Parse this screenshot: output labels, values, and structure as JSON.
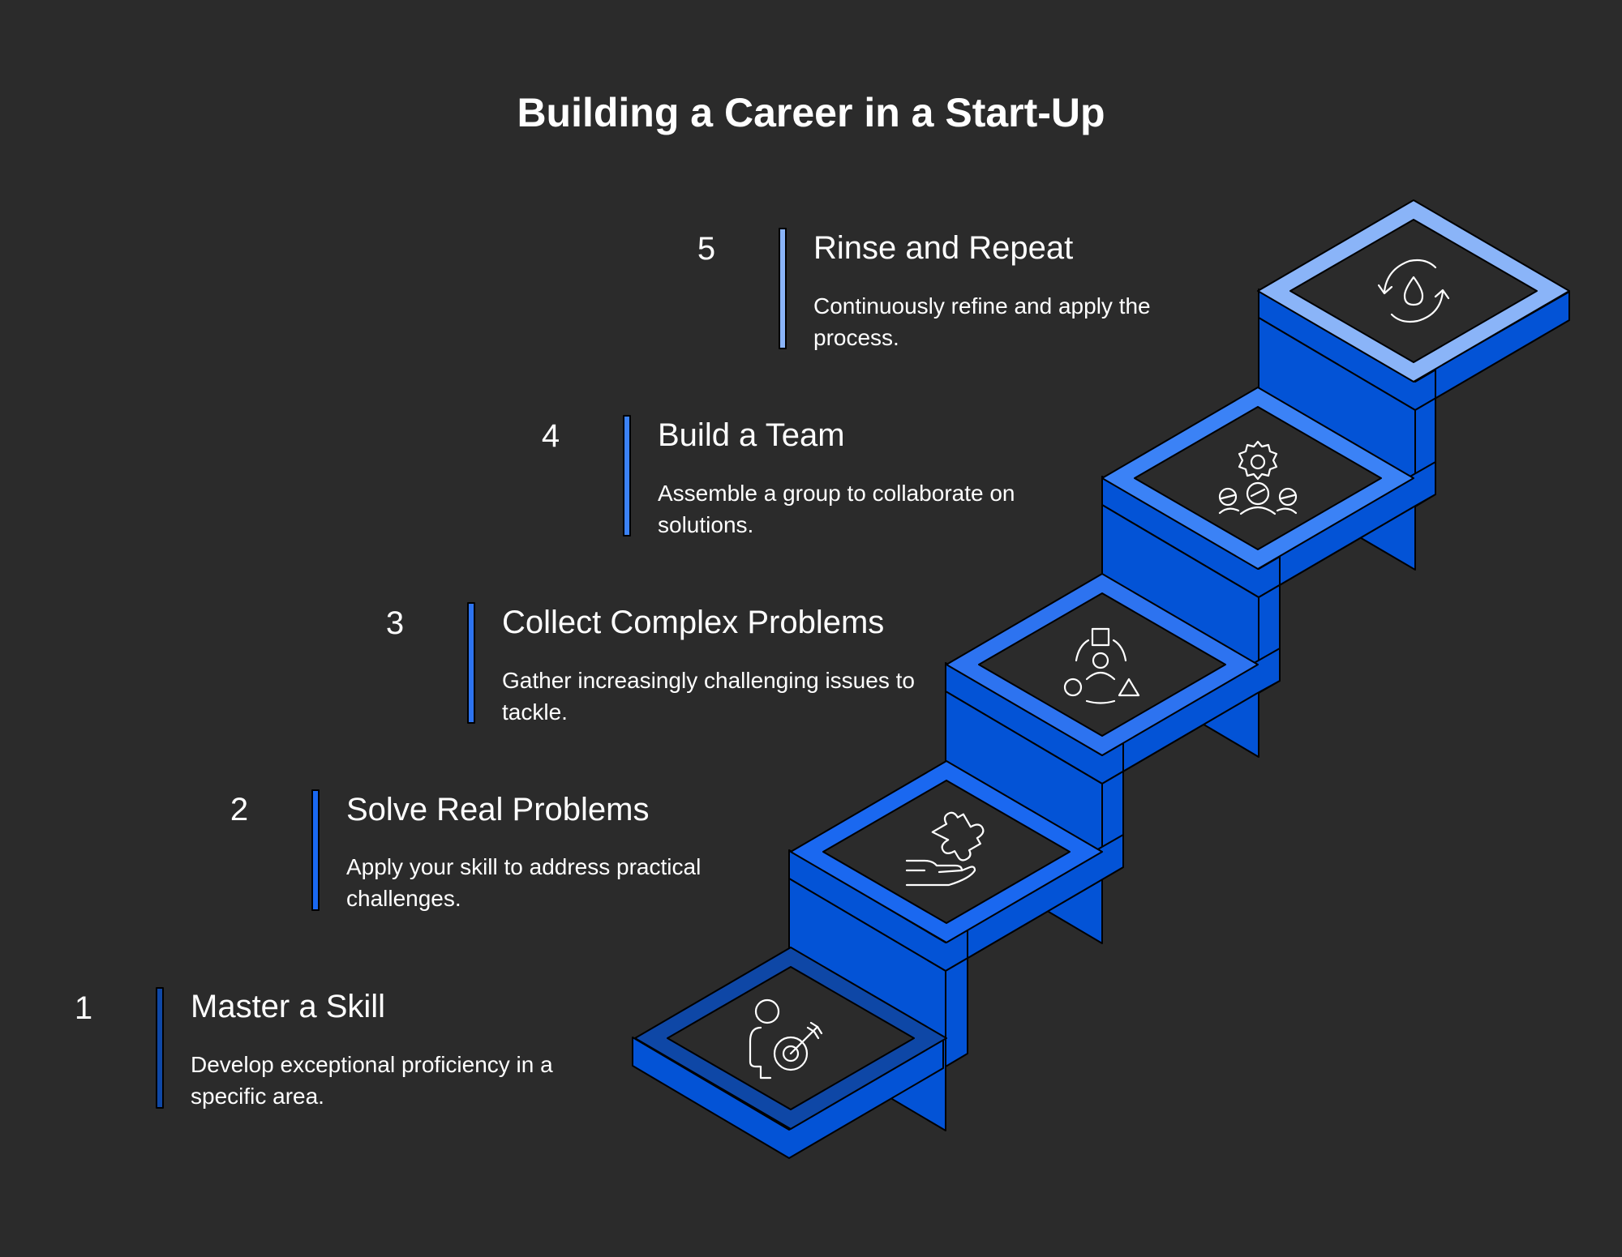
{
  "title": "Building a Career in a Start-Up",
  "colors": {
    "background": "#2b2b2b",
    "riser": "#0353d6",
    "step1": "#0e47a6",
    "step2": "#1a68f0",
    "step3": "#2d73f0",
    "step4": "#3b82f6",
    "step5": "#8ab4f8",
    "tile_inner": "#2b2b2b",
    "text": "#ffffff"
  },
  "steps": [
    {
      "number": "1",
      "title": "Master a Skill",
      "description": "Develop exceptional proficiency in a specific area.",
      "icon": "person-target-icon",
      "color": "#0e47a6"
    },
    {
      "number": "2",
      "title": "Solve Real Problems",
      "description": "Apply your skill to address practical challenges.",
      "icon": "hand-puzzle-icon",
      "color": "#1a68f0"
    },
    {
      "number": "3",
      "title": "Collect Complex Problems",
      "description": "Gather increasingly challenging issues to tackle.",
      "icon": "person-shapes-icon",
      "color": "#2d73f0"
    },
    {
      "number": "4",
      "title": "Build a Team",
      "description": "Assemble a group to collaborate on solutions.",
      "icon": "team-gear-icon",
      "color": "#3b82f6"
    },
    {
      "number": "5",
      "title": "Rinse and Repeat",
      "description": "Continuously refine and apply the process.",
      "icon": "droplet-cycle-icon",
      "color": "#8ab4f8"
    }
  ]
}
